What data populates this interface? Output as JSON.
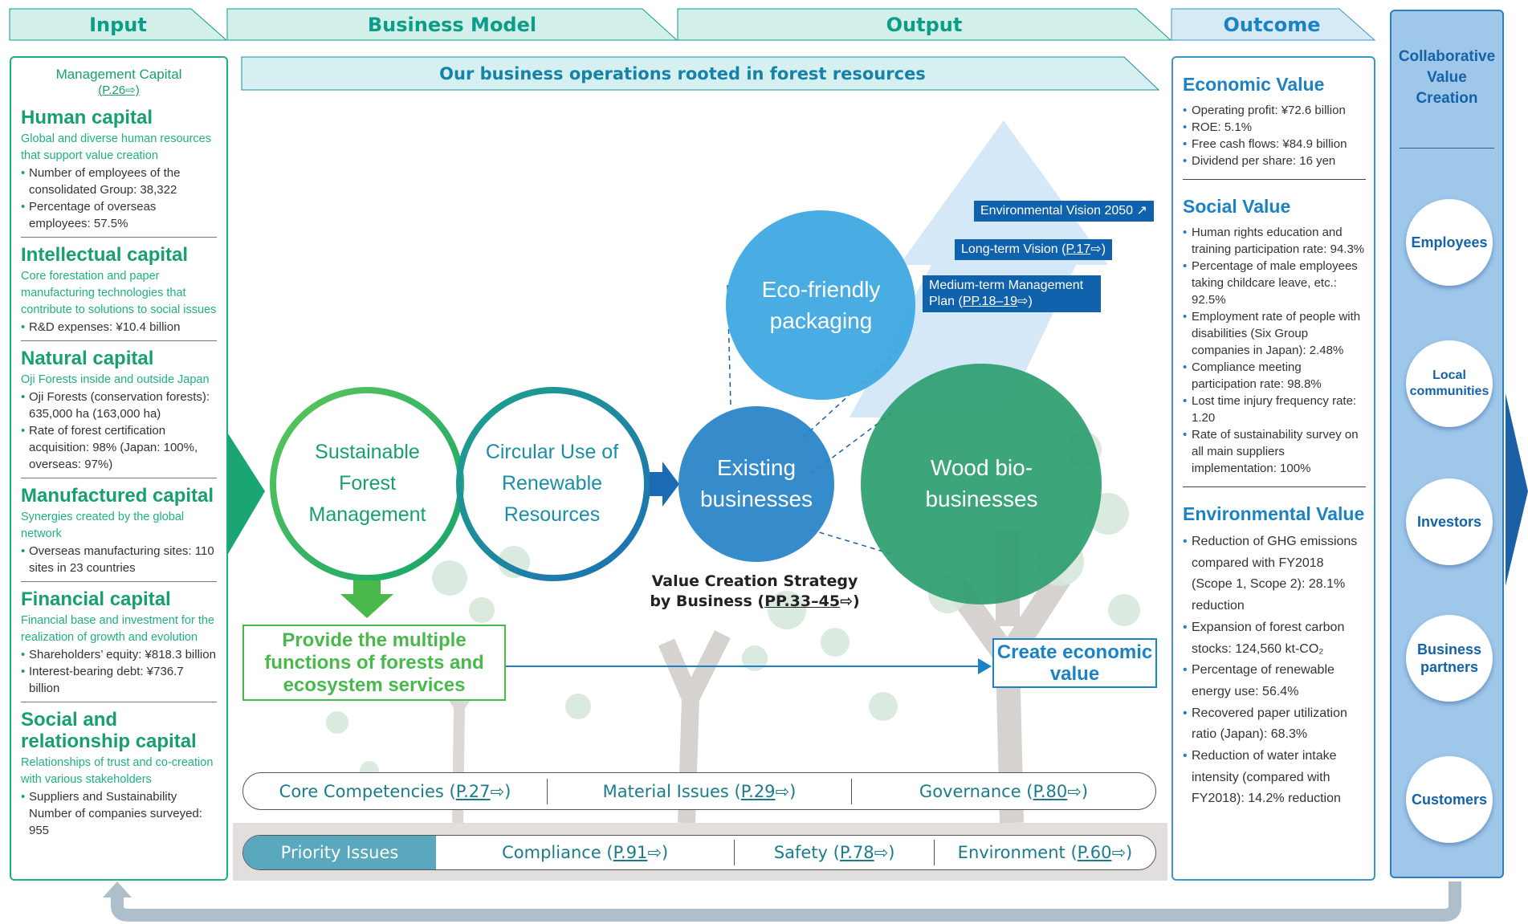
{
  "headers": {
    "input": "Input",
    "business_model": "Business Model",
    "output": "Output",
    "outcome": "Outcome"
  },
  "banner": "Our business operations rooted in forest resources",
  "management_capital": {
    "title": "Management Capital",
    "link": "P.26"
  },
  "capitals": [
    {
      "title": "Human capital",
      "desc": "Global and diverse human resources that support value creation",
      "bullets": [
        "Number of employees of the consolidated Group: 38,322",
        "Percentage of overseas employees: 57.5%"
      ]
    },
    {
      "title": "Intellectual capital",
      "desc": "Core forestation and paper manufacturing technologies that contribute to solutions to social issues",
      "bullets": [
        "R&D expenses: ¥10.4 billion"
      ]
    },
    {
      "title": "Natural capital",
      "desc": "Oji Forests inside and outside Japan",
      "bullets": [
        "Oji Forests (conservation forests): 635,000 ha (163,000 ha)",
        "Rate of forest certification acquisition: 98% (Japan: 100%, overseas: 97%)"
      ]
    },
    {
      "title": "Manufactured capital",
      "desc": "Synergies created by the global network",
      "bullets": [
        "Overseas manufacturing sites: 110 sites in 23 countries"
      ]
    },
    {
      "title": "Financial capital",
      "desc": "Financial base and investment for the realization of growth and evolution",
      "bullets": [
        "Shareholders’ equity: ¥818.3 billion",
        "Interest-bearing debt: ¥736.7 billion"
      ]
    },
    {
      "title": "Social and relationship capital",
      "desc": "Relationships of trust and co-creation with various stakeholders",
      "bullets": [
        "Suppliers and Sustainability Number of companies surveyed: 955"
      ]
    }
  ],
  "circles": {
    "sustainable": "Sustainable Forest Management",
    "circular": "Circular Use of Renewable Resources",
    "existing": "Existing businesses",
    "eco": "Eco-friendly packaging",
    "wood": "Wood bio-businesses"
  },
  "tags": {
    "env_vision": "Environmental Vision 2050",
    "long_term": "Long-term Vision",
    "long_term_link": "P.17",
    "medium_term": "Medium-term Management Plan",
    "medium_term_link": "PP.18–19"
  },
  "strategy": {
    "line1": "Value Creation Strategy",
    "line2": "by Business",
    "link": "PP.33–45"
  },
  "provide_box": "Provide the multiple functions of forests and ecosystem services",
  "create_box": "Create economic value",
  "pill1": [
    {
      "label": "Core Competencies",
      "link": "P.27"
    },
    {
      "label": "Material Issues",
      "link": "P.29"
    },
    {
      "label": "Governance",
      "link": "P.80"
    }
  ],
  "pill2": {
    "priority": "Priority Issues",
    "items": [
      {
        "label": "Compliance",
        "link": "P.91"
      },
      {
        "label": "Safety",
        "link": "P.78"
      },
      {
        "label": "Environment",
        "link": "P.60"
      }
    ]
  },
  "outcome": {
    "economic": {
      "title": "Economic Value",
      "items": [
        "Operating profit: ¥72.6 billion",
        "ROE: 5.1%",
        "Free cash flows: ¥84.9 billion",
        "Dividend per share: 16 yen"
      ]
    },
    "social": {
      "title": "Social Value",
      "items": [
        "Human rights education and training participation rate: 94.3%",
        "Percentage of male employees taking childcare leave, etc.: 92.5%",
        "Employment rate of people with disabilities (Six Group companies in Japan): 2.48%",
        "Compliance meeting participation rate: 98.8%",
        "Lost time injury frequency rate: 1.20",
        "Rate of sustainability survey on all main suppliers implementation: 100%"
      ]
    },
    "environmental": {
      "title": "Environmental Value",
      "items": [
        "Reduction of GHG emissions compared with FY2018 (Scope 1, Scope 2): 28.1% reduction",
        "Expansion of forest carbon stocks: 124,560 kt-CO₂",
        "Percentage of renewable energy use: 56.4%",
        "Recovered paper utilization ratio (Japan): 68.3%",
        "Reduction of water intake intensity (compared with FY2018): 14.2% reduction"
      ]
    }
  },
  "collab": {
    "title": "Collaborative Value Creation",
    "stakeholders": [
      "Employees",
      "Local communities",
      "Investors",
      "Business partners",
      "Customers"
    ]
  },
  "colors": {
    "green": "#17a06c",
    "blue": "#1b82c4",
    "navy": "#1062ad",
    "teal": "#0b9d8a"
  }
}
